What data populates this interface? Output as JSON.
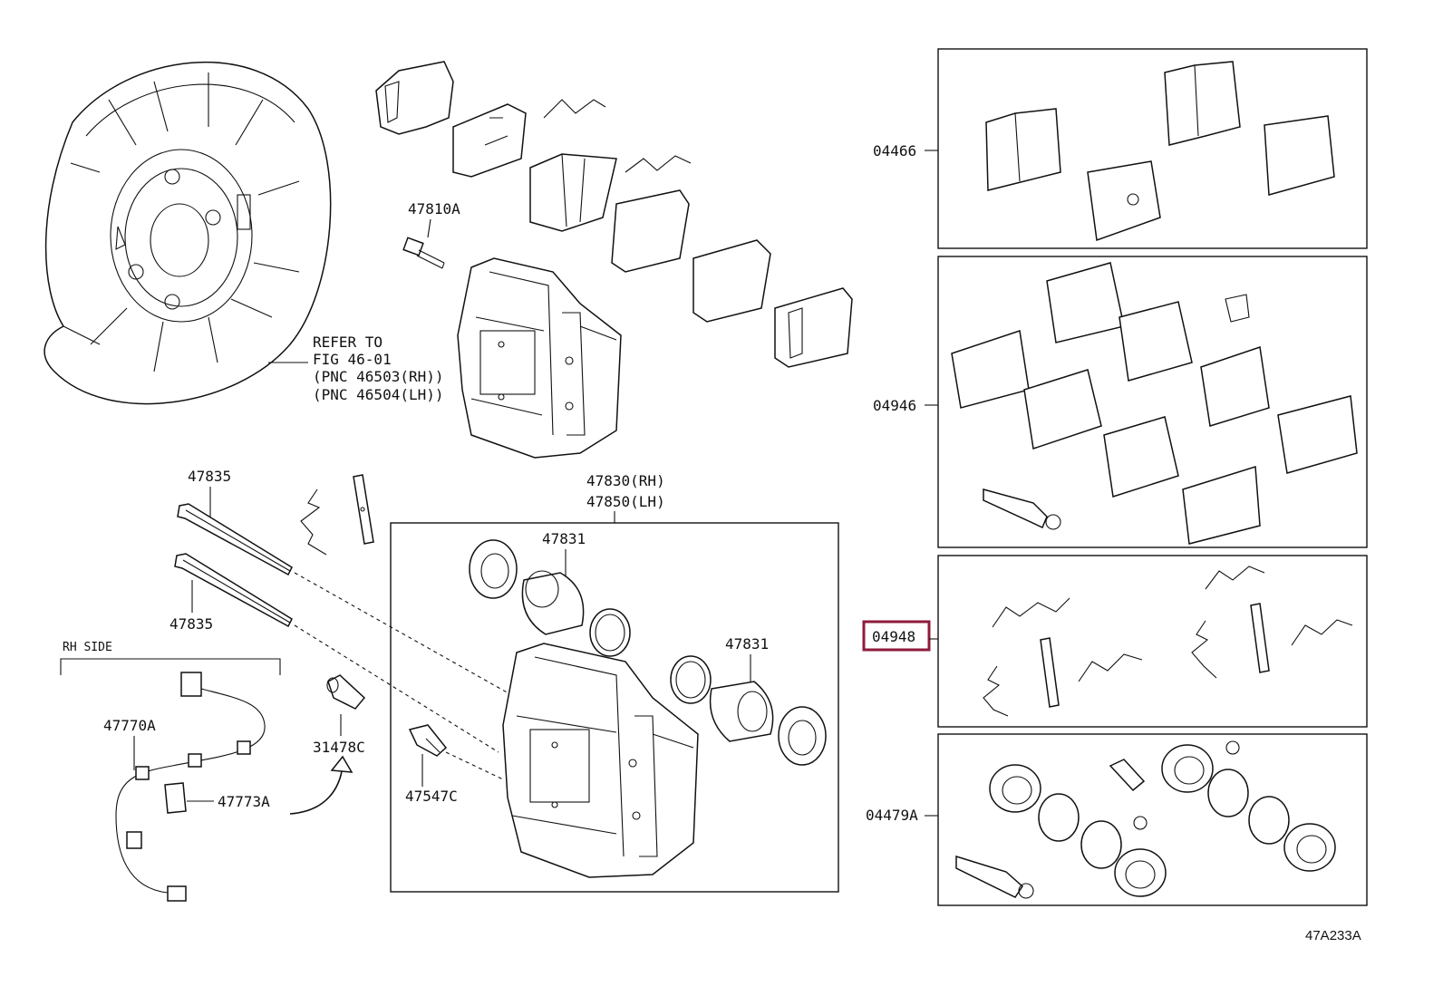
{
  "labels": {
    "p47810A": "47810A",
    "refer1": "REFER TO",
    "refer2": "FIG 46-01",
    "refer3": "(PNC 46503(RH))",
    "refer4": "(PNC 46504(LH))",
    "p47835a": "47835",
    "p47835b": "47835",
    "p47830": "47830(RH)",
    "p47850": "47850(LH)",
    "p47831a": "47831",
    "p47831b": "47831",
    "rhside": "RH SIDE",
    "p47770A": "47770A",
    "p47773A": "47773A",
    "p31478C": "31478C",
    "p47547C": "47547C",
    "p04466": "04466",
    "p04946": "04946",
    "p04948": "04948",
    "p04479A": "04479A",
    "figure_id": "47A233A"
  },
  "highlight": {
    "label": "04948",
    "color": "#8e1b3a"
  }
}
